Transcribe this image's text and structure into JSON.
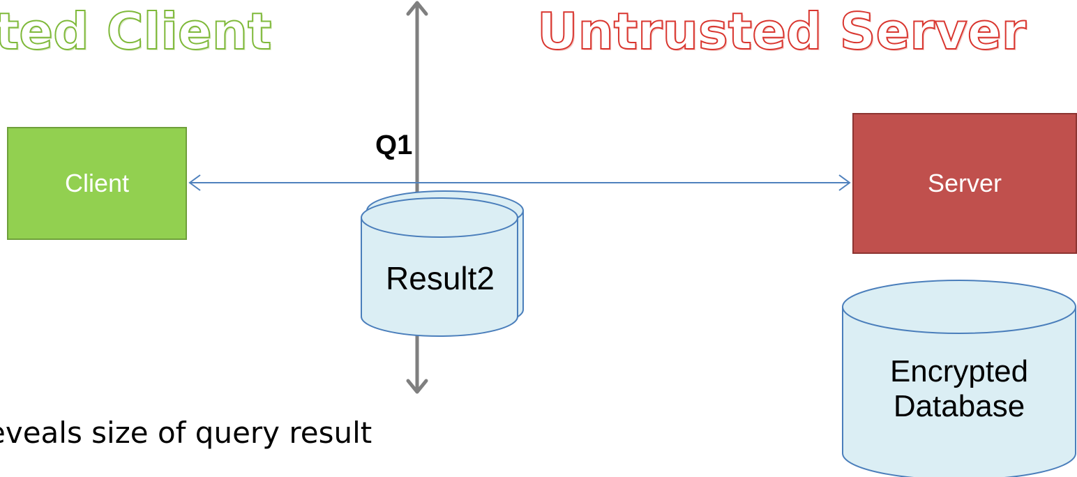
{
  "titles": {
    "left": "sted Client",
    "right": "Untrusted Server"
  },
  "boxes": {
    "client": "Client",
    "server": "Server"
  },
  "query_label": "Q1",
  "result_label": "Result2",
  "database_label_line1": "Encrypted",
  "database_label_line2": "Database",
  "footnote": "eveals size of query result",
  "colors": {
    "client_green": "#92d050",
    "server_red": "#c0504d",
    "cylinder_fill": "#dbeef4",
    "arrow_blue": "#4f81bd",
    "divider_gray": "#7f7f7f"
  }
}
